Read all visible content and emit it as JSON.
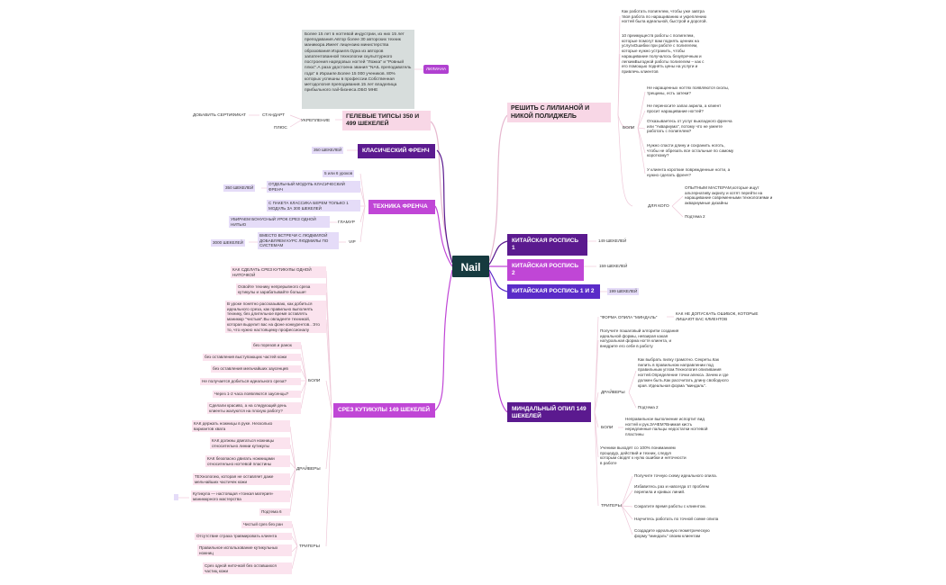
{
  "center": "Nail",
  "top_left": {
    "bio": "Более 15 лет в ногтевой индустрии, из них 15 лет преподавания.Автор более 30 авторских техник маникюра.Имеет лицензию министерства образования Израиля.Одна из авторов запатентованной технологии скульптурного построения нарядовых ногтей \"Ложка\" и \"Ровный плюс\".А раза удостоена звания \"NAIL преподаватель года\" в Израиле.Более 15 000 учеников. 80% которых успешны в профессии.Собственная методология преподавания.15 лет владелица прибыльного nail-бизнеса.ОБО МНЕ",
    "liliana_badge": "ЛИЛИАНА"
  },
  "gel": {
    "title": "ГЕЛЕВЫЕ ТИПСЫ 350 И 499 ШЕКЕЛЕЙ",
    "ukreplenie": "УКРЕПЛЕНИЕ",
    "standart": "СТАНДАРТ",
    "plus": "ПЛЮС",
    "add_cert": "ДОБАВИТЬ СЕРТИФИКАТ"
  },
  "french": {
    "title": "КЛАСИЧЕСКИЙ ФРЕНЧ",
    "price": "350 ШЕКЕЛЕЙ"
  },
  "technique": {
    "title": "ТЕХНИКА ФРЕНЧА",
    "lessons": "5 или 6 уроков",
    "module": "ОТДЕЛЬНЫЙ МОДУЛЬ КЛАСИЧЕСКИЙ ФРЕНЧ",
    "module_price": "350 ШЕКЕЛЕЙ",
    "package": "С ПАКЕТА КЛАССИКА БЕРЕМ ТОЛЬКО 1 МОДУЛЬ ЗА 300 ШЕКЕЛЕЙ",
    "glamur": "ГЛАМУР",
    "glamur_item": "УБИРАЕМ БОНУСНЫЙ УРОК СРЕЗ ОДНОЙ НИТЬЮ",
    "vip": "VIP",
    "vip_item": "ВМЕСТО ВСТРЕЧИ С ЛЮДМИЛОЙ ДОБАВЛЯЕМ КУРС ЛЮДМИЛЫ ПО СИСТЕМАМ",
    "vip_price": "3000 ШЕКЕЛЕЙ"
  },
  "cuticle": {
    "title": "СРЕЗ КУТИКУЛЫ 149 ШЕКЕЛЕЙ",
    "intro1": "КАК СДЕЛАТЬ СРЕЗ КУТИКУЛЫ ОДНОЙ НИТОЧКОЙ",
    "intro2": "Освойте технику непрерывного среза кутикулы и зарабатывайте больше!",
    "intro3": "В уроке понятно рассказываю, как добиться идеального среза, как правильно выполнять технику, без длительное время оставлять маникюр \"чистым\".Вы овладеете техникой, которая выделит вас на фоне конкурентов.. Это то, что нужно настоящему профессионалу",
    "boli_label": "БОЛИ",
    "boli": [
      "без порезов и ранок",
      "без оставления выступающих частей кожи",
      "без оставления мельчайших заусенцев",
      "Не получается добиться идеального среза?",
      "Через 1-2 часа появляются заусенцы?",
      "Сделали красиво, а на следующий день клиенты жалуются на плохую работу?"
    ],
    "drivers_label": "ДРАЙВЕРЫ",
    "drivers": [
      "КАК держать ножницы в руке. Несколько вариантов хвата",
      "КАК должны двигаться ножницы относительно линии кутикулы",
      "КАК безопасно двигать ножницами относительно ногтевой пластины",
      "ТЕХнологию, которая не оставляет даже мельчайших частичек кожи",
      "Кутикула — настоящая «тонкая материя» маникюрного мастерства",
      "Подтема 6"
    ],
    "triggers_label": "ТРИГЕРЫ",
    "triggers": [
      "Чистый срез без ран",
      "Отсутствие страха травмировать клиента",
      "Правильное использование кутикульных ножниц",
      "Срез одной ниточкой без оставшихся частиц кожи"
    ]
  },
  "right_top": {
    "title": "РЕШИТЬ С ЛИЛИАНОЙ И НИКОЙ ПОЛИДЖЕЛЬ",
    "t1": "Как работать полигелем, чтобы уже завтра твоя работа по наращиванию и укреплению ногтей была идеальной, быстрой и дорогой.",
    "t2": "10 преимуществ работы с полигелем, которые помогут вам поднять ценник на услугиОшибки при работе с полигелем, которые нужно устранить, чтобы наращивание получалось безупречным и легкимВыгодной работы полигелем – как с его помощью поднять цены на услуги и привлечь клиентов",
    "boli_label": "БОЛИ",
    "boli": [
      "Не наращенных ногтях появляются сколы, трещины, есть затеки?",
      "Не переносите запах акрила, а клиент просит наращивание ногтей?",
      "Отказываетесь от услуг выкладного френча или \"Аквариума\", потому что не умеете работать с полигелем?",
      "Нужно спасти длину и сохранить ноготь, чтобы не обрезать все остальные по самому короткому?",
      "У клиента короткие поврежденные ногти, а нужно сделать френч?"
    ],
    "for_whom_label": "ДЛЯ КОГО",
    "for_whom": [
      "ОПЫТНЫМ МАСТЕРАМ,которые ищут альтернативу акрилу и хотят перейти на наращивание современными технологиями и аквариумные дизайны",
      "Подтема 2"
    ]
  },
  "chinese1": {
    "title": "КИТАЙСКАЯ РОСПИСЬ 1",
    "price": "149 ШЕКЕЛЕЙ"
  },
  "chinese2": {
    "title": "КИТАЙСКАЯ РОСПИСЬ 2",
    "price": "159 ШЕКЕЛЕЙ"
  },
  "chinese12": {
    "title": "КИТАЙСКАЯ РОСПИСЬ 1 И 2",
    "price": "199 ШЕКЕЛЕЙ"
  },
  "almond": {
    "title": "МИНДАЛЬНЫЙ ОПИЛ 149 ШЕКЕЛЕЙ",
    "form": "\"ФОРМА ОПИЛА \"МИНДАЛЬ\"",
    "form_sub": "КАК НЕ ДОПУСКАТЬ ОШИБОК, КОТОРЫЕ ЛИШАЮТ ВАС КЛИЕНТОВ",
    "t1": "Получите пошаговый алгоритм создания идеальной формы, невзирая какая натуральная форма ногтя клиента, и внедрите его себе в работу",
    "drivers_label": "ДРАЙВЕРЫ",
    "drivers": [
      "Как выбрать пилку грамотно. Секреты.Как пилить в правильном направлении под правильным углом.Технология опиливания ногтей.Определение точки апекса. Зачем и где должен быть.Как рассчитать длину свободного края. Идеальная форма \"миндаль\".",
      "Подтема 2"
    ],
    "boli_label": "БОЛИ",
    "boli": "Неправильное выполнение испортит вид ногтей и рук.ЗАЧЕМ?Внимая кисть нередлинные пальцы недостатки ногтевой пластины",
    "t2": "Ученики выходят со 100% пониманием процедур, действий и техник, следуя которым сводят к нулю ошибки и неточности в работе",
    "triggers_label": "ТРИГЕРЫ",
    "triggers": [
      "Получите точную схему идеального опила.",
      "Избавитесь раз и навсегда от проблем перепила и кривых линий.",
      "Сократите время работы с клиентом.",
      "Научитесь работать по точной схеме опила",
      "Создадите идеальную геометрическую форму \"миндаль\" своим клиентам"
    ]
  },
  "colors": {
    "purple": "#5b1a8f",
    "magenta": "#c046d6",
    "violet": "#5a2bc8",
    "center": "#163a3f",
    "pink_bg": "#fbe3ee",
    "lav_bg": "#e5dcf8"
  }
}
